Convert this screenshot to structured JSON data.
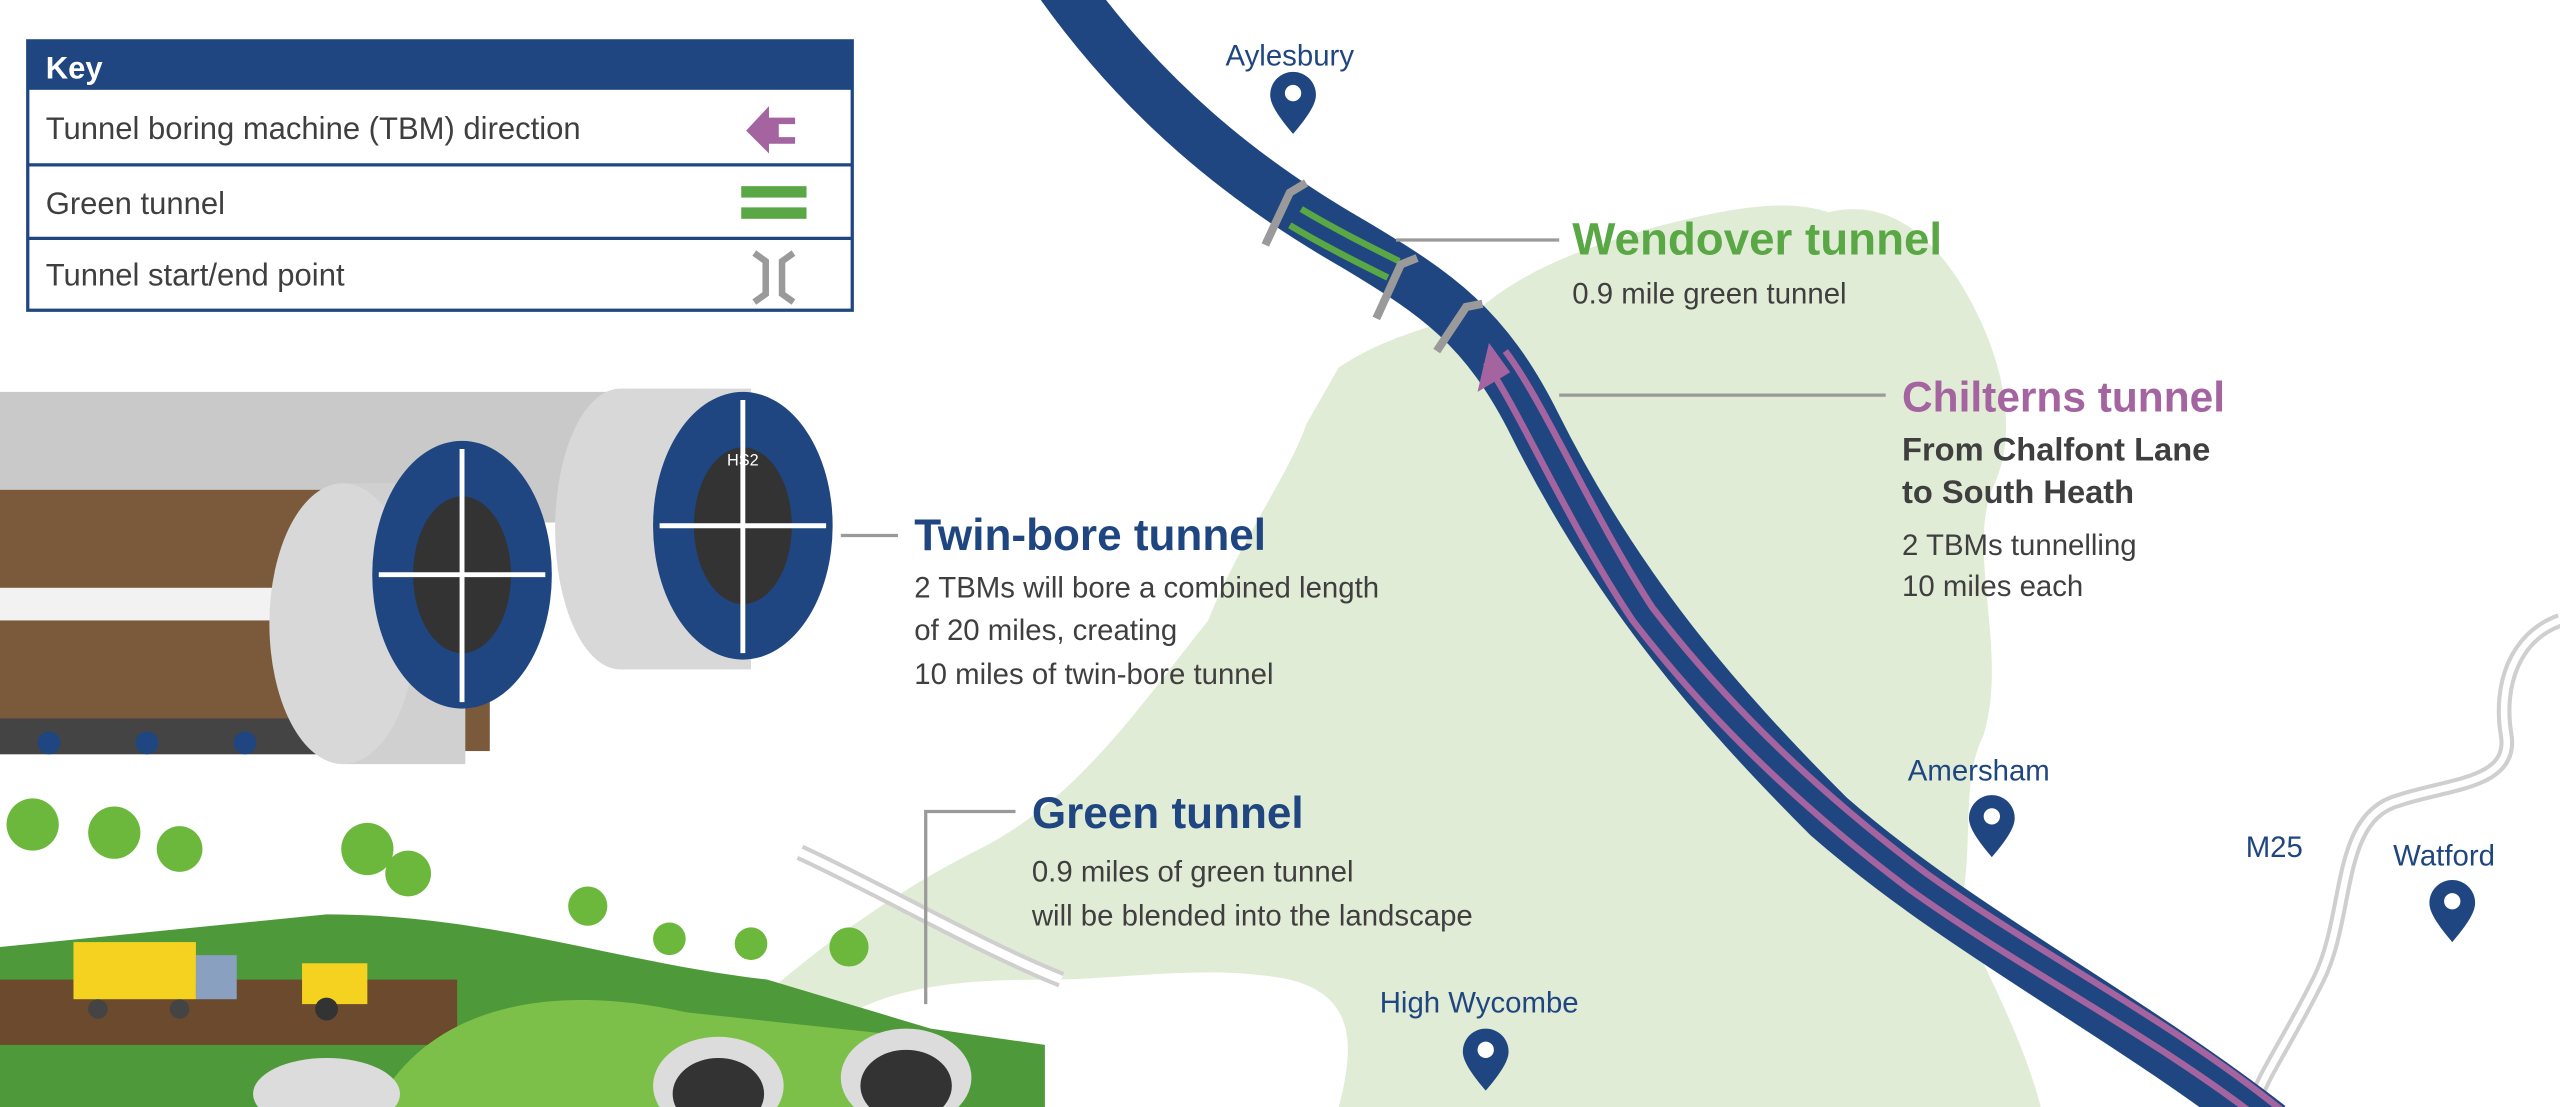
{
  "key": {
    "title": "Key",
    "items": [
      {
        "label": "Tunnel boring machine (TBM) direction",
        "icon": "purple-arrow-icon"
      },
      {
        "label": "Green tunnel",
        "icon": "green-double-line-icon"
      },
      {
        "label": "Tunnel start/end point",
        "icon": "bracket-icon"
      }
    ]
  },
  "places": {
    "aylesbury": "Aylesbury",
    "amersham": "Amersham",
    "high_wycombe": "High Wycombe",
    "watford": "Watford",
    "m25": "M25"
  },
  "wendover": {
    "title": "Wendover tunnel",
    "desc": "0.9 mile green tunnel"
  },
  "chilterns": {
    "title": "Chilterns tunnel",
    "sub1": "From Chalfont Lane",
    "sub2": "to South Heath",
    "desc1": "2 TBMs tunnelling",
    "desc2": "10 miles each"
  },
  "twinbore": {
    "title": "Twin-bore tunnel",
    "lines": [
      "2 TBMs will bore a combined length",
      "of 20 miles, creating",
      "10 miles of twin-bore tunnel"
    ]
  },
  "green_tunnel": {
    "title": "Green tunnel",
    "lines": [
      "0.9 miles of green tunnel",
      "will be blended into the landscape"
    ]
  },
  "tbm_logo": "HS2",
  "colors": {
    "navy": "#1f4680",
    "green": "#5aa845",
    "purple": "#a4649f",
    "land": "#e1ecd6",
    "text": "#3f3f3f",
    "gray": "#9a9a9a"
  }
}
